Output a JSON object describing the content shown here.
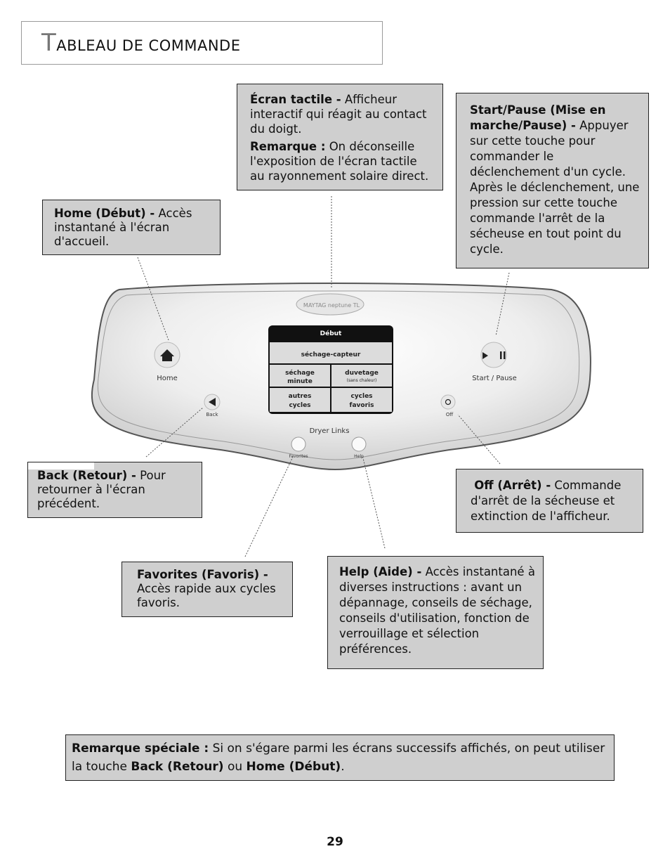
{
  "title": {
    "first_letter": "T",
    "rest": "ableau de commande"
  },
  "notes": {
    "ecran": {
      "label": "Écran tactile -",
      "text": " Afficheur interactif qui réagit au contact du doigt.",
      "remark_label": "Remarque :",
      "remark_text": " On déconseille l'exposition de l'écran tactile au rayonnement solaire direct."
    },
    "start": {
      "label": "Start/Pause (Mise en marche/Pause) -",
      "text": " Appuyer sur cette touche pour commander le déclenchement d'un cycle. Après le déclenchement, une pression sur cette touche commande l'arrêt de la sécheuse en tout point du cycle."
    },
    "home": {
      "label": "Home (Début) -",
      "text": " Accès instantané à l'écran d'accueil."
    },
    "back": {
      "label": "Back (Retour) -",
      "text": " Pour retourner à l'écran précédent."
    },
    "off": {
      "label": "Off (Arrêt) -",
      "text": " Commande d'arrêt de la sécheuse et extinction de l'afficheur."
    },
    "favorites": {
      "label": "Favorites (Favoris)  -",
      "text": " Accès rapide aux cycles favoris."
    },
    "help": {
      "label": "Help (Aide) -",
      "text": " Accès instantané à diverses instructions : avant un dépannage, conseils de séchage, conseils d'utilisation, fonction de verrouillage et sélection préférences."
    },
    "special": {
      "label": "Remarque spéciale :",
      "text1": " Si on s'égare parmi les écrans successifs affichés, on peut utiliser la touche ",
      "back": "Back (Retour)",
      "mid": " ou ",
      "home": "Home (Début)",
      "end": "."
    }
  },
  "panel": {
    "brand": "MAYTAG neptune TL",
    "screen_header": "Début",
    "screen_top": "séchage-capteur",
    "cell1_a": "séchage",
    "cell1_b": "minute",
    "cell2_a": "duvetage",
    "cell2_b": "(sans chaleur)",
    "cell3_a": "autres",
    "cell3_b": "cycles",
    "cell4_a": "cycles",
    "cell4_b": "favoris",
    "home_label": "Home",
    "back_label": "Back",
    "start_label": "Start / Pause",
    "off_label": "Off",
    "links_label": "Dryer Links",
    "fav_label": "Favorites",
    "help_label": "Help"
  },
  "page_number": "29"
}
